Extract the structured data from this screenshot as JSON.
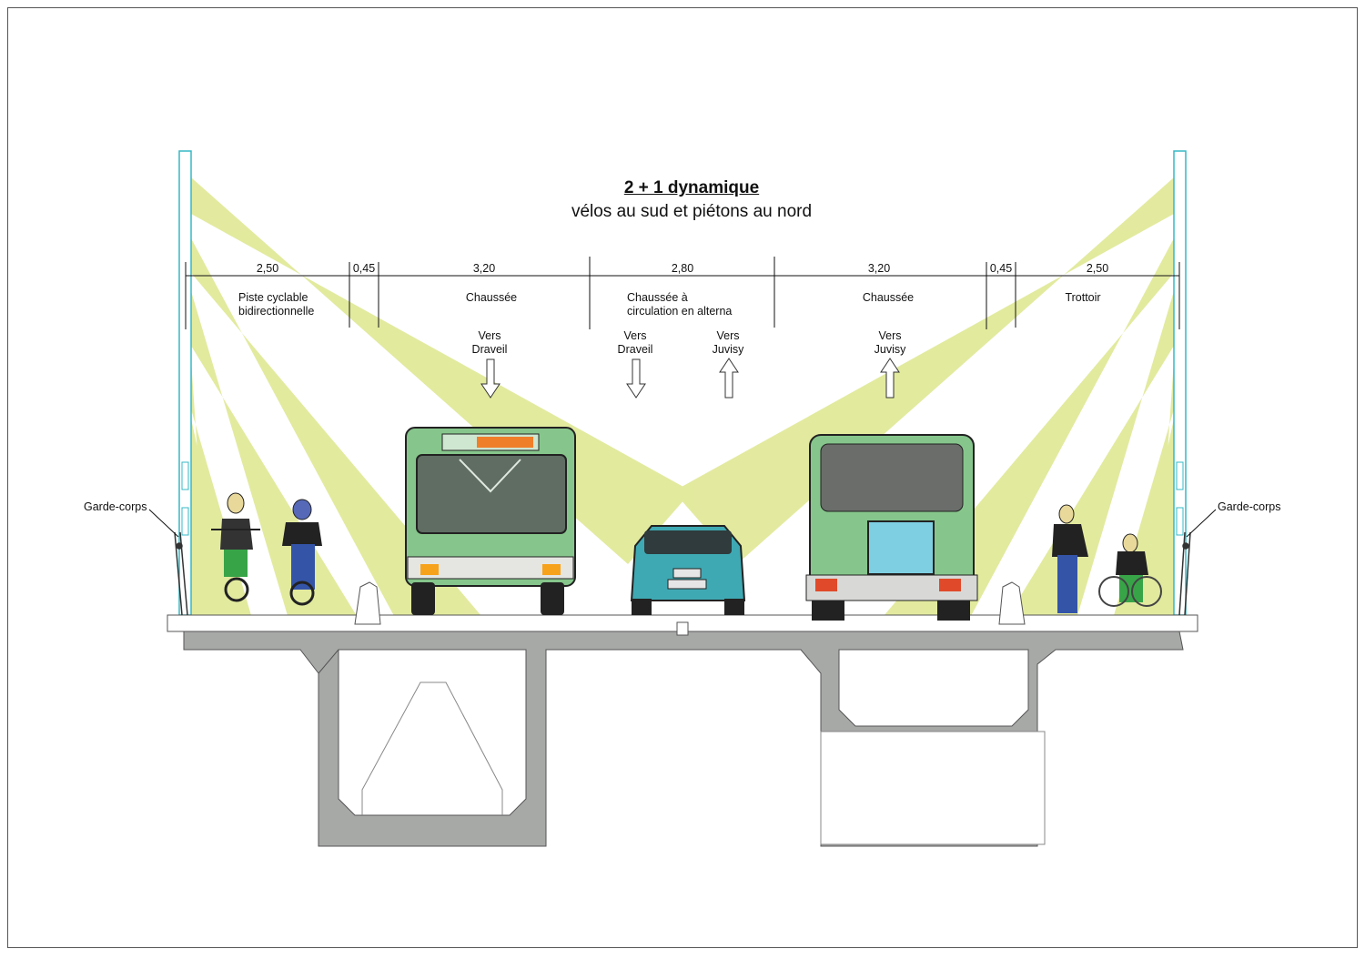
{
  "title": "2 + 1 dynamique",
  "subtitle": "vélos au sud et piétons au nord",
  "dimensions": [
    "2,50",
    "0,45",
    "3,20",
    "2,80",
    "3,20",
    "0,45",
    "2,50"
  ],
  "zones": {
    "bike_lane": "Piste cyclable\nbidirectionnelle",
    "roadway_left": "Chaussée",
    "alternating_lane": "Chaussée à\ncirculation en alterna",
    "roadway_right": "Chaussée",
    "sidewalk": "Trottoir"
  },
  "directions": {
    "left_lane": "Vers\nDraveil",
    "center_down": "Vers\nDraveil",
    "center_up": "Vers\nJuvisy",
    "right_lane": "Vers\nJuvisy"
  },
  "railing_left": "Garde-corps",
  "railing_right": "Garde-corps",
  "colors": {
    "light_beam": "#d8e27a",
    "deck_concrete": "#a7a9a7",
    "bus_green": "#86c68c",
    "car_teal": "#3fa9b3",
    "window_blue": "#7ecfe2"
  }
}
